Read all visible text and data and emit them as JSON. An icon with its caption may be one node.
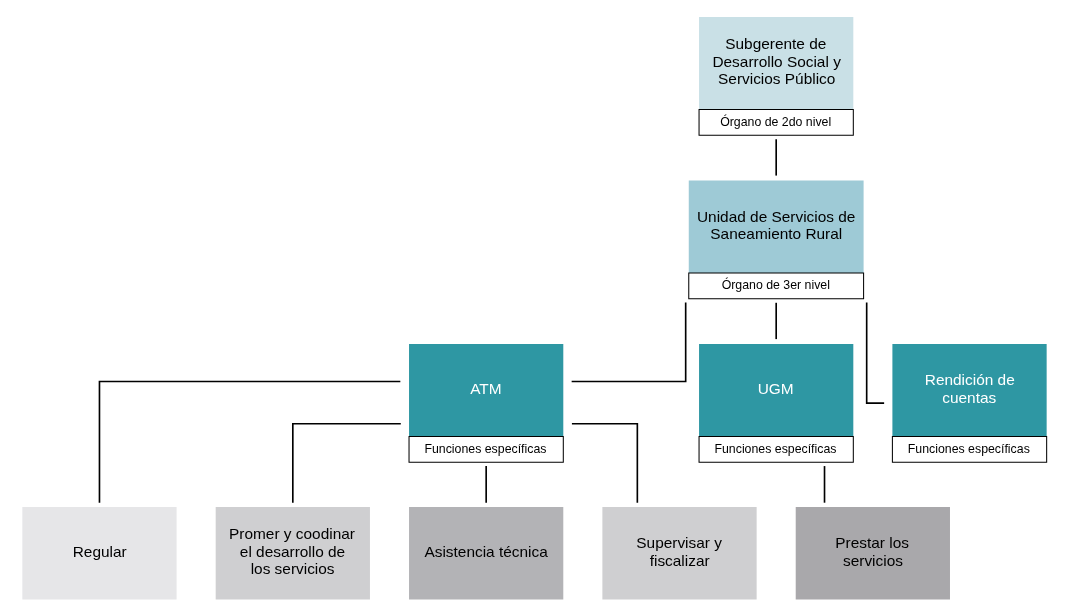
{
  "diagram": {
    "nodes": [
      {
        "text": [
          "Subgerente de Desarrollo Social y Servicios Público"
        ],
        "beside": [
          "Órgano de 2do nivel"
        ]
      },
      {
        "text": [
          "Unidad de Servicios de Saneamiento Rural"
        ],
        "beside": [
          "Órgano de 3er nivel"
        ]
      },
      {
        "text": [
          "ATM"
        ],
        "beside": [
          "Funciones específicas"
        ]
      },
      {
        "text": [
          "UGM"
        ],
        "beside": [
          "Funciones específicas"
        ]
      },
      {
        "text": [
          "Rendición de cuentas"
        ],
        "beside": [
          "Funciones específicas"
        ]
      },
      {
        "text": [
          "Regular"
        ]
      },
      {
        "text": [
          "Promer y coodinar el desarrollo de los servicios"
        ]
      },
      {
        "text": [
          "Asistencia técnica"
        ]
      },
      {
        "text": [
          "Supervisar y fiscalizar"
        ]
      },
      {
        "text": [
          "Prestar los servicios"
        ]
      }
    ],
    "edges": [
      {
        "from": 0,
        "to": 1,
        "arrow": "none"
      },
      {
        "from": 1,
        "to": 2,
        "arrow": "none"
      },
      {
        "from": 1,
        "to": 3,
        "arrow": "none"
      },
      {
        "from": 1,
        "to": 4,
        "arrow": "none"
      },
      {
        "from": 2,
        "to": 5,
        "arrow": "none"
      },
      {
        "from": 2,
        "to": 6,
        "arrow": "none"
      },
      {
        "from": 2,
        "to": 7,
        "arrow": "none"
      },
      {
        "from": 2,
        "to": 8,
        "arrow": "none"
      },
      {
        "from": 3,
        "to": 9,
        "arrow": "none"
      }
    ]
  }
}
